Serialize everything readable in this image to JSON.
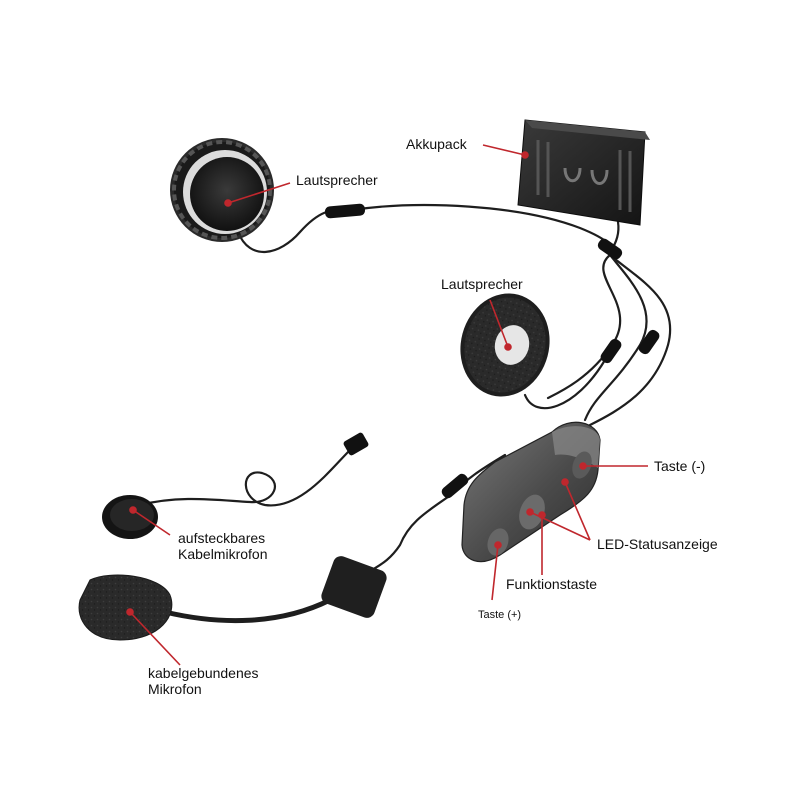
{
  "labels": {
    "battery": "Akkupack",
    "speaker_left": "Lautsprecher",
    "speaker_right": "Lautsprecher",
    "button_minus": "Taste (-)",
    "led_status": "LED-Statusanzeige",
    "function_button": "Funktionstaste",
    "button_plus": "Taste (+)",
    "attachable_mic_line1": "aufsteckbares",
    "attachable_mic_line2": "Kabelmikrofon",
    "wired_mic_line1": "kabelgebundenes",
    "wired_mic_line2": "Mikrofon"
  },
  "colors": {
    "leader_line": "#c0272d",
    "cable": "#1e1e1e",
    "device_body": "#3b3b3b",
    "device_highlight": "#6a6a6a",
    "speaker_ring": "#d9d9d9",
    "foam": "#2b2b2b",
    "background": "#ffffff"
  }
}
